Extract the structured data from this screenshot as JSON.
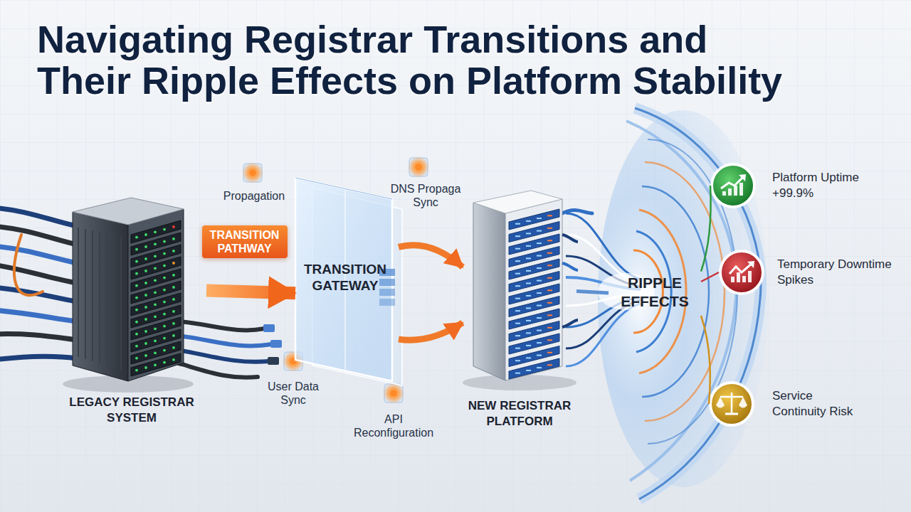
{
  "diagram": {
    "title": "Navigating Registrar Transitions and Their Ripple Effects on Platform Stability",
    "nodes": [
      {
        "text": [
          "LEGACY REGISTRAR SYSTEM"
        ]
      },
      {
        "text": [
          "TRANSITION GATEWAY"
        ]
      },
      {
        "text": [
          "NEW REGISTRAR PLATFORM"
        ]
      },
      {
        "text": [
          "RIPPLE EFFECTS"
        ]
      },
      {
        "text": [
          "Platform Uptime +99.9%"
        ]
      },
      {
        "text": [
          "Temporary Downtime Spikes"
        ]
      },
      {
        "text": [
          "Service Continuity Risk"
        ]
      }
    ],
    "edges": [
      {
        "from": 0,
        "to": 1,
        "label": "TRANSITION PATHWAY",
        "arrow": "to"
      },
      {
        "from": 1,
        "to": 2,
        "arrow": "to"
      },
      {
        "from": 1,
        "to": 2,
        "arrow": "to"
      },
      {
        "from": 2,
        "to": 3,
        "arrow": "none"
      },
      {
        "from": 3,
        "to": 4,
        "arrow": "none"
      },
      {
        "from": 3,
        "to": 5,
        "arrow": "none"
      },
      {
        "from": 3,
        "to": 6,
        "arrow": "none"
      }
    ],
    "labels": [
      "Propagation",
      "DNS Propaga Sync",
      "User Data Sync",
      "API Reconfiguration"
    ]
  }
}
